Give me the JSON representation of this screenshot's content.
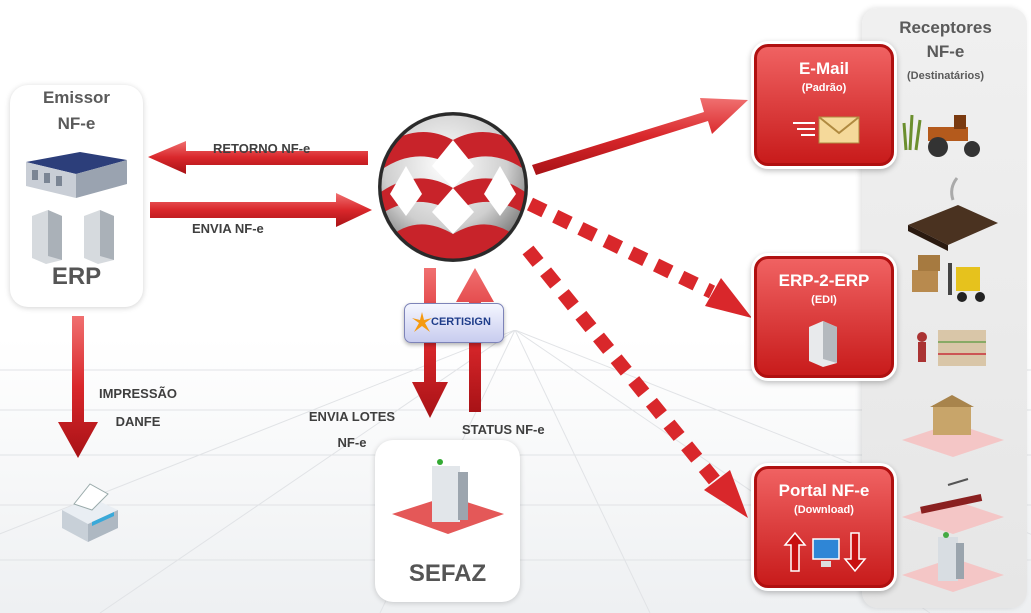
{
  "emissor": {
    "title_line1": "Emissor",
    "title_line2": "NF-e",
    "erp_label": "ERP"
  },
  "arrows": {
    "retorno": "RETORNO NF-e",
    "envia": "ENVIA NF-e",
    "impressao_line1": "IMPRESSÃO",
    "impressao_line2": "DANFE",
    "envia_lotes_line1": "ENVIA LOTES",
    "envia_lotes_line2": "NF-e",
    "status": "STATUS NF-e"
  },
  "certisign": {
    "label": "CERTISIGN"
  },
  "sefaz": {
    "label": "SEFAZ"
  },
  "receptores": {
    "line1": "Receptores",
    "line2": "NF-e",
    "line3": "(Destinatários)"
  },
  "outputs": {
    "email": {
      "title": "E-Mail",
      "sub": "(Padrão)"
    },
    "erp2erp": {
      "title": "ERP-2-ERP",
      "sub": "(EDI)"
    },
    "portal": {
      "title": "Portal NF-e",
      "sub": "(Download)"
    }
  },
  "colors": {
    "arrow_red": "#d9272b",
    "box_red": "#cc1f1f",
    "label_gray": "#3f3f3f"
  },
  "icons": [
    "warehouse-icon",
    "server-icon",
    "printer-icon",
    "globe-logo",
    "envelope-icon",
    "monitor-icon",
    "tractor-icon",
    "forklift-icon"
  ]
}
